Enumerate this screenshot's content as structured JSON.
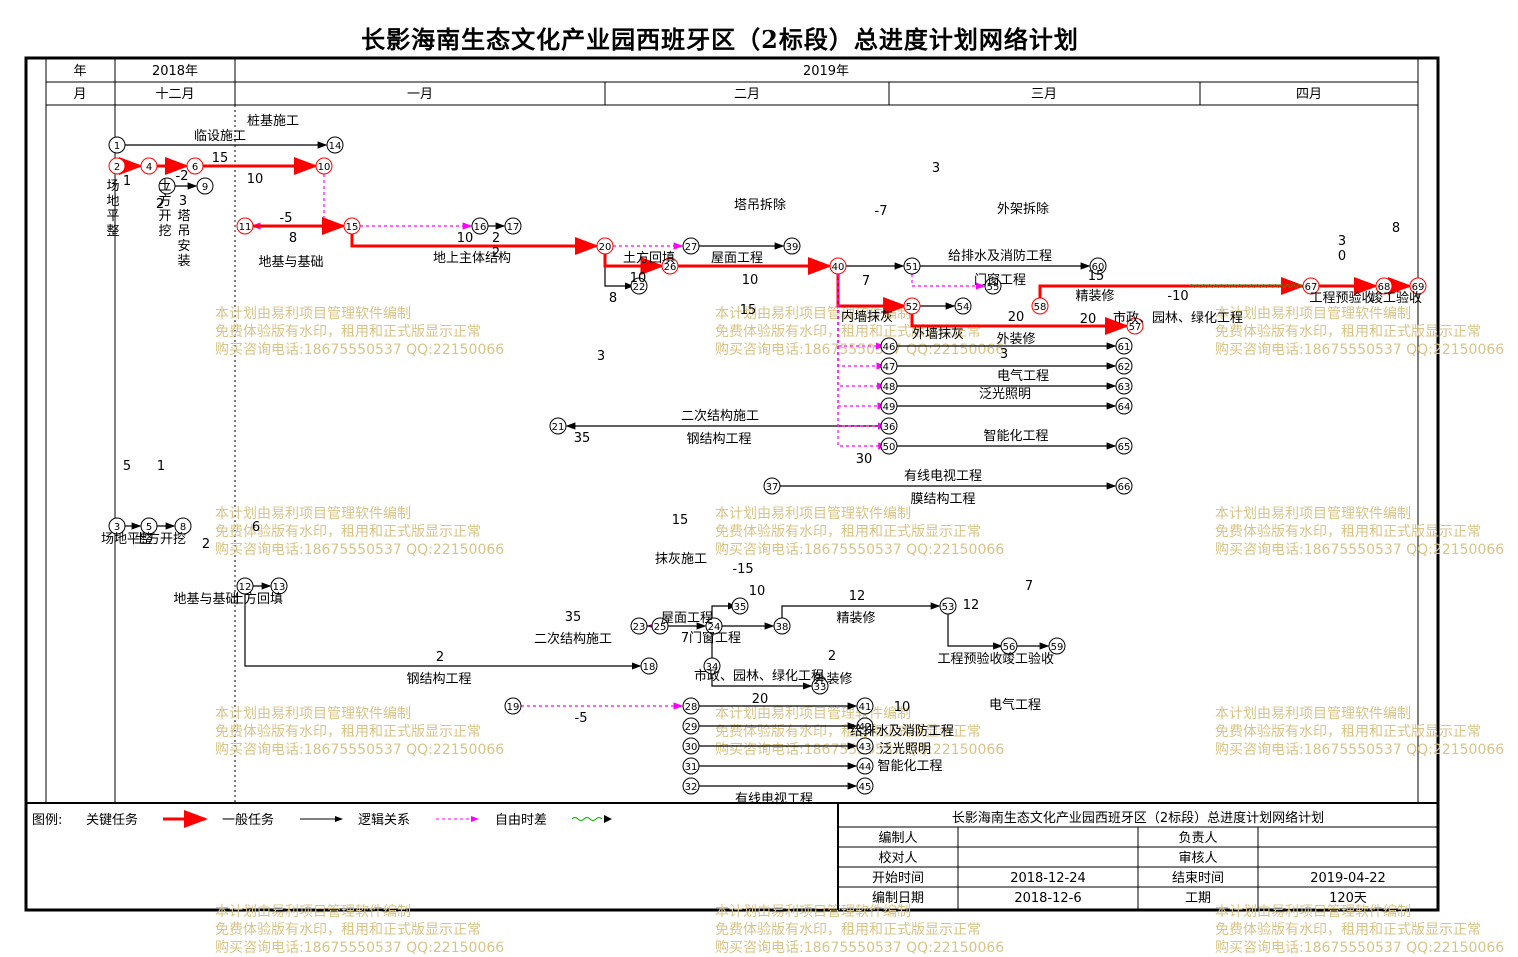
{
  "title": "长影海南生态文化产业园西班牙区（2标段）总进度计划网络计划",
  "header": {
    "year_label": "年",
    "month_label": "月",
    "years": [
      "2018年",
      "2019年"
    ],
    "months": [
      "十二月",
      "一月",
      "二月",
      "三月",
      "四月"
    ]
  },
  "watermark": [
    "本计划由易利项目管理软件编制",
    "免费体验版有水印，租用和正式版显示正常",
    "购买咨询电话:18675550537 QQ:22150066"
  ],
  "colors": {
    "critical": "#ff0000",
    "normal": "#000000",
    "free_float": "#ff00ff",
    "buffer": "#00aa00",
    "watermark": "#d9c487"
  },
  "legend": {
    "label": "图例:",
    "items": [
      "关键任务",
      "一般任务",
      "逻辑关系",
      "自由时差"
    ]
  },
  "info_box": {
    "title": "长影海南生态文化产业园西班牙区（2标段）总进度计划网络计划",
    "rows": [
      [
        "编制人",
        "",
        "负责人",
        ""
      ],
      [
        "校对人",
        "",
        "审核人",
        ""
      ],
      [
        "开始时间",
        "2018-12-24",
        "结束时间",
        "2019-04-22"
      ],
      [
        "编制日期",
        "2018-12-6",
        "工期",
        "120天"
      ]
    ]
  },
  "network": {
    "nodes": [
      "1",
      "2",
      "4",
      "6",
      "7",
      "9",
      "10",
      "11",
      "14",
      "15",
      "16",
      "17",
      "20",
      "21",
      "22",
      "26",
      "27",
      "36",
      "37",
      "39",
      "40",
      "46",
      "47",
      "48",
      "49",
      "50",
      "51",
      "52",
      "54",
      "55",
      "57",
      "58",
      "60",
      "61",
      "62",
      "63",
      "64",
      "65",
      "66",
      "67",
      "68",
      "69",
      "3",
      "5",
      "8",
      "12",
      "13",
      "18",
      "19",
      "23",
      "24",
      "25",
      "28",
      "29",
      "30",
      "31",
      "32",
      "33",
      "34",
      "35",
      "38",
      "41",
      "42",
      "43",
      "44",
      "45",
      "53",
      "56",
      "59"
    ],
    "labels": [
      "临设施工",
      "15",
      "桩基施工",
      "10",
      "场地平整",
      "1",
      "土方开挖",
      "2",
      "塔吊安装",
      "3",
      "-2",
      "-5",
      "8",
      "地基与基础",
      "10",
      "地上主体结构",
      "22",
      "土方回填",
      "10",
      "8",
      "3",
      "塔吊拆除",
      "屋面工程",
      "10",
      "15",
      "二次结构施工",
      "钢结构工程",
      "35",
      "-7",
      "内墙抹灰",
      "7",
      "外墙抹灰",
      "3",
      "外架拆除",
      "给排水及消防工程",
      "门窗工程",
      "15",
      "精装修",
      "20",
      "外装修",
      "20",
      "-10",
      "市政、园林、绿化工程",
      "30",
      "工程预验收",
      "8",
      "竣工验收",
      "3",
      "电气工程",
      "泛光照明",
      "智能化工程",
      "有线电视工程",
      "膜结构工程",
      "30",
      "5",
      "场地平整",
      "1",
      "土方开挖",
      "2",
      "地基与基础",
      "6",
      "土方回填",
      "2",
      "钢结构工程",
      "35",
      "二次结构施工",
      "15",
      "抹灰施工",
      "7",
      "-5",
      "-15",
      "屋面工程",
      "10",
      "门窗工程",
      "12",
      "精装修",
      "12",
      "工程预验收",
      "7",
      "竣工验收",
      "2",
      "市政、园林、绿化工程",
      "外装修",
      "20",
      "10",
      "电气工程",
      "给排水及消防工程",
      "泛光照明",
      "智能化工程",
      "有线电视工程",
      "15"
    ]
  }
}
